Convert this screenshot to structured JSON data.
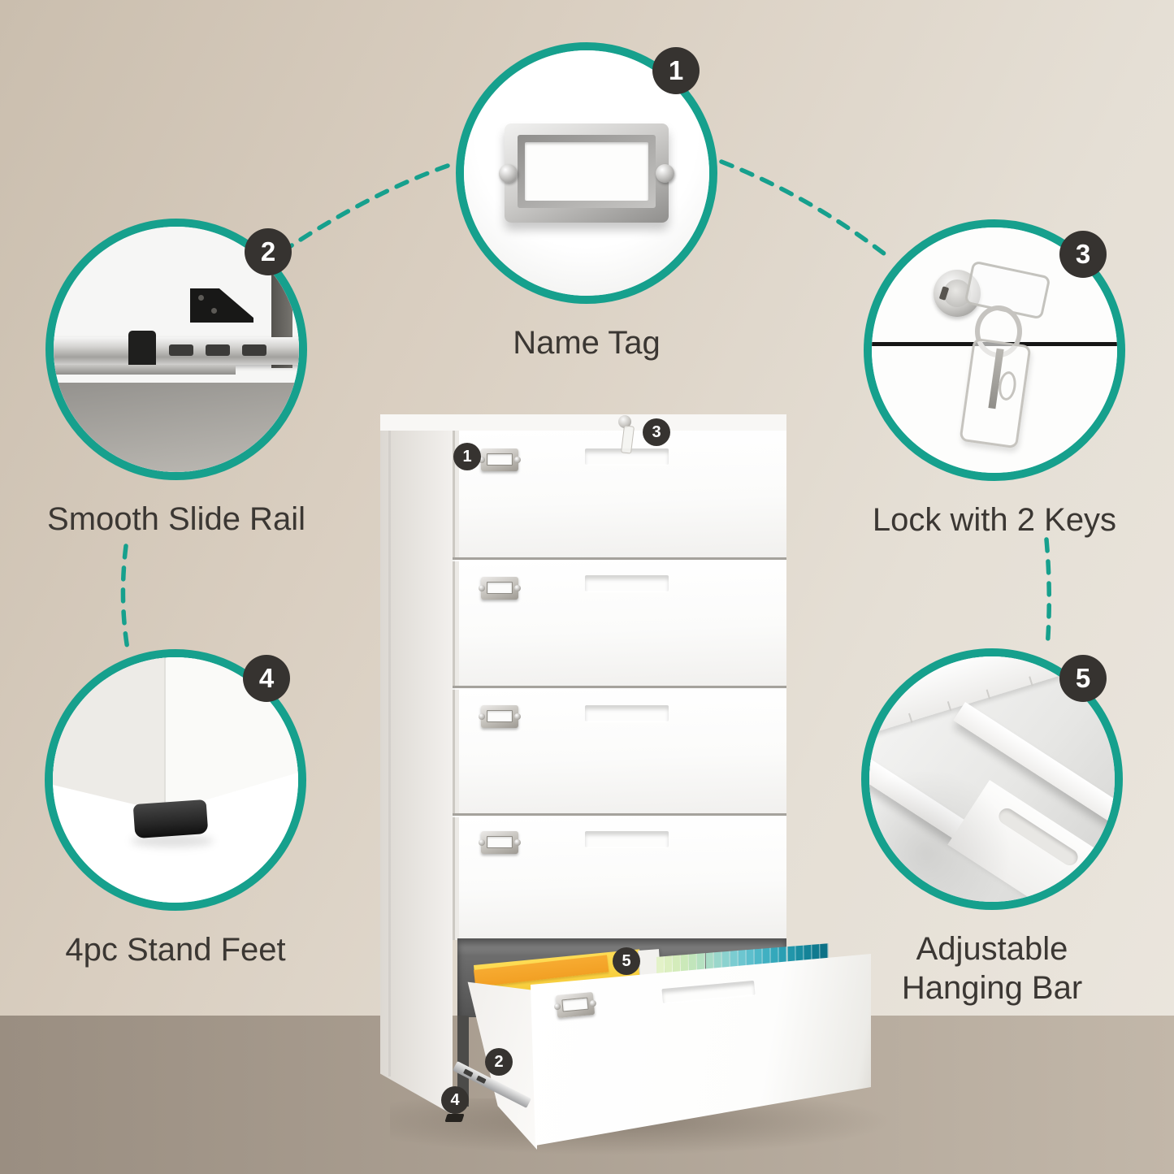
{
  "colors": {
    "accent": "#16a08d",
    "badge": "#363330",
    "text": "#3b3733",
    "wall_left": "#cabeae",
    "wall_right": "#ebe6de",
    "floor_left": "#9a8e81",
    "floor_right": "#c2b7a9",
    "folder_orange": "#f2a024",
    "folder_yellow": "#fedc55"
  },
  "features": {
    "name_tag": {
      "number": "1",
      "label": "Name Tag",
      "icon": "label-holder-photo"
    },
    "slide_rail": {
      "number": "2",
      "label": "Smooth Slide Rail",
      "icon": "slide-rail-photo"
    },
    "lock": {
      "number": "3",
      "label": "Lock with 2 Keys",
      "icon": "lock-keys-photo"
    },
    "stand_feet": {
      "number": "4",
      "label": "4pc Stand Feet",
      "icon": "stand-foot-photo"
    },
    "hanging_bar": {
      "number": "5",
      "label": "Adjustable Hanging Bar",
      "icon": "hanging-bar-photo"
    }
  },
  "cabinet": {
    "drawer_count": 5,
    "open_drawer": "bottom",
    "callouts": {
      "name_tag": "1",
      "slide_rail": "2",
      "lock": "3",
      "stand_feet": "4",
      "hanging_bar": "5"
    },
    "fan_colors": [
      "#e3f2c8",
      "#dcefc0",
      "#d4ecbb",
      "#cbe9b9",
      "#c1e5bb",
      "#b5e1c0",
      "#a8dcc6",
      "#9ad7cb",
      "#8bd2cf",
      "#7bccd1",
      "#6cc6d0",
      "#5dbfcd",
      "#4eb8c8",
      "#40b0c2",
      "#34a8bb",
      "#2a9fb3",
      "#2196aa",
      "#1a8da1",
      "#148398",
      "#107a8f",
      "#0d7186"
    ]
  }
}
